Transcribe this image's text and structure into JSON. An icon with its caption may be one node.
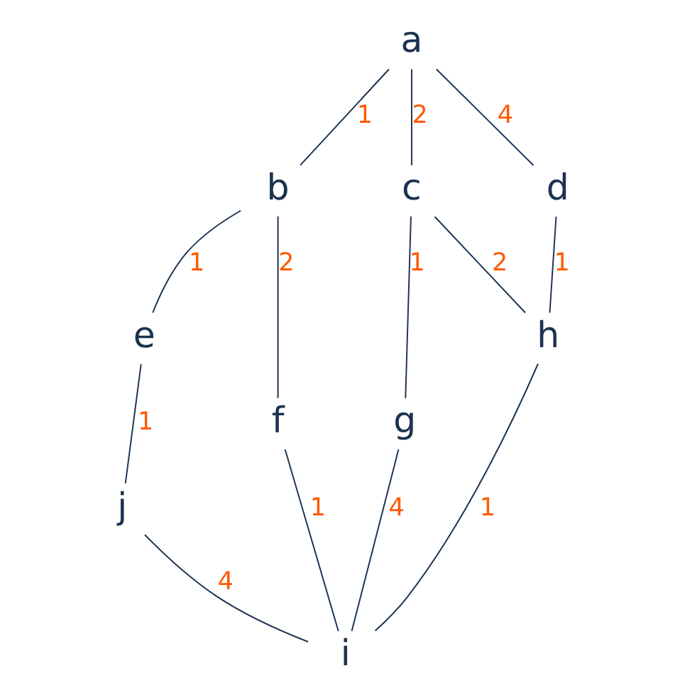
{
  "diagram": {
    "nodes": [
      {
        "text": [
          "a"
        ]
      },
      {
        "text": [
          "b"
        ]
      },
      {
        "text": [
          "c"
        ]
      },
      {
        "text": [
          "d"
        ]
      },
      {
        "text": [
          "e"
        ]
      },
      {
        "text": [
          "f"
        ]
      },
      {
        "text": [
          "g"
        ]
      },
      {
        "text": [
          "h"
        ]
      },
      {
        "text": [
          "j"
        ]
      },
      {
        "text": [
          "i"
        ]
      }
    ],
    "edges": [
      {
        "from": 0,
        "to": 1,
        "arrow": "none",
        "label": "1"
      },
      {
        "from": 0,
        "to": 2,
        "arrow": "none",
        "label": "2"
      },
      {
        "from": 0,
        "to": 3,
        "arrow": "none",
        "label": "4"
      },
      {
        "from": 1,
        "to": 4,
        "arrow": "none",
        "label": "1"
      },
      {
        "from": 1,
        "to": 5,
        "arrow": "none",
        "label": "2"
      },
      {
        "from": 2,
        "to": 6,
        "arrow": "none",
        "label": "1"
      },
      {
        "from": 2,
        "to": 7,
        "arrow": "none",
        "label": "2"
      },
      {
        "from": 3,
        "to": 7,
        "arrow": "none",
        "label": "1"
      },
      {
        "from": 4,
        "to": 8,
        "arrow": "none",
        "label": "1"
      },
      {
        "from": 5,
        "to": 9,
        "arrow": "none",
        "label": "1"
      },
      {
        "from": 6,
        "to": 9,
        "arrow": "none",
        "label": "4"
      },
      {
        "from": 7,
        "to": 9,
        "arrow": "none",
        "label": "1"
      },
      {
        "from": 8,
        "to": 9,
        "arrow": "none",
        "label": "4"
      }
    ]
  }
}
